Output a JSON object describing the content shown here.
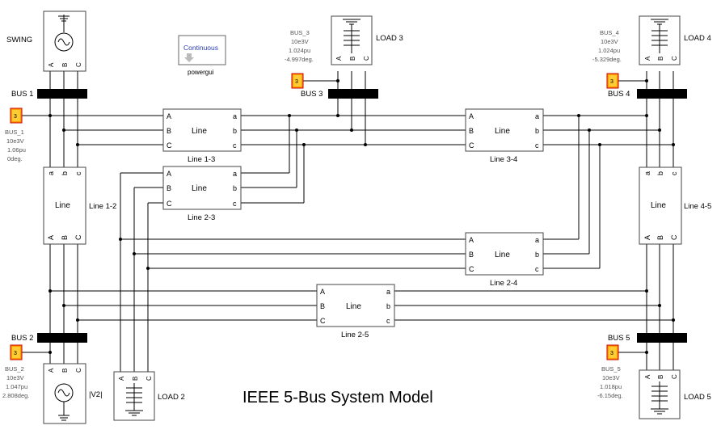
{
  "title": "IEEE 5-Bus System Model",
  "sources": {
    "swing": "SWING",
    "v2": "|V2|"
  },
  "powergui": {
    "mode": "Continuous",
    "label": "powergui"
  },
  "buses": {
    "bus1": "BUS 1",
    "bus2": "BUS 2",
    "bus3": "BUS 3",
    "bus4": "BUS 4",
    "bus5": "BUS 5"
  },
  "displays": {
    "bus1": {
      "name": "BUS_1",
      "voltage": "10e3V",
      "pu": "1.06pu",
      "angle": "0deg.",
      "value": "3"
    },
    "bus2": {
      "name": "BUS_2",
      "voltage": "10e3V",
      "pu": "1.047pu",
      "angle": "2.808deg.",
      "value": "3"
    },
    "bus3": {
      "name": "BUS_3",
      "voltage": "10e3V",
      "pu": "1.024pu",
      "angle": "-4.997deg.",
      "value": "3"
    },
    "bus4": {
      "name": "BUS_4",
      "voltage": "10e3V",
      "pu": "1.024pu",
      "angle": "-5.329deg.",
      "value": "3"
    },
    "bus5": {
      "name": "BUS_5",
      "voltage": "10e3V",
      "pu": "1.018pu",
      "angle": "-6.15deg.",
      "value": "3"
    }
  },
  "loads": {
    "load2": "LOAD 2",
    "load3": "LOAD 3",
    "load4": "LOAD 4",
    "load5": "LOAD 5"
  },
  "lines": {
    "block_text": "Line",
    "l12": "Line 1-2",
    "l13": "Line 1-3",
    "l23": "Line 2-3",
    "l34": "Line 3-4",
    "l24": "Line 2-4",
    "l25": "Line 2-5",
    "l45": "Line 4-5"
  },
  "ports": {
    "A": "A",
    "B": "B",
    "C": "C",
    "a": "a",
    "b": "b",
    "c": "c"
  }
}
